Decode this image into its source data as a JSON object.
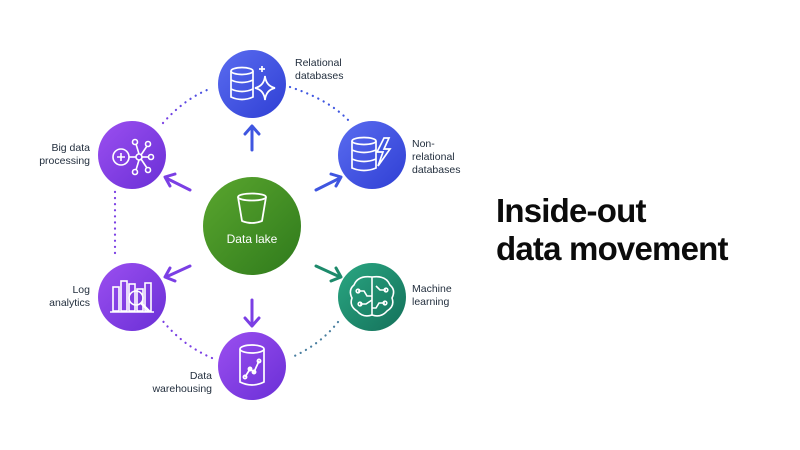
{
  "title": "Inside-out\ndata movement",
  "center": {
    "label": "Data lake",
    "icon": "bucket-icon",
    "color": "#3f8624"
  },
  "nodes": [
    {
      "id": "relational",
      "label": "Relational\ndatabases",
      "icon": "database-sparkle-icon",
      "color": "#3f56e0"
    },
    {
      "id": "nonrelational",
      "label": "Non-\nrelational\ndatabases",
      "icon": "database-lightning-icon",
      "color": "#3f56e0"
    },
    {
      "id": "ml",
      "label": "Machine\nlearning",
      "icon": "brain-circuit-icon",
      "color": "#1d8a6b"
    },
    {
      "id": "warehousing",
      "label": "Data\nwarehousing",
      "icon": "database-chart-icon",
      "color": "#7b3fe4"
    },
    {
      "id": "log",
      "label": "Log\nanalytics",
      "icon": "chart-magnifier-icon",
      "color": "#7b3fe4"
    },
    {
      "id": "bigdata",
      "label": "Big data\nprocessing",
      "icon": "network-hub-icon",
      "color": "#7b3fe4"
    }
  ]
}
